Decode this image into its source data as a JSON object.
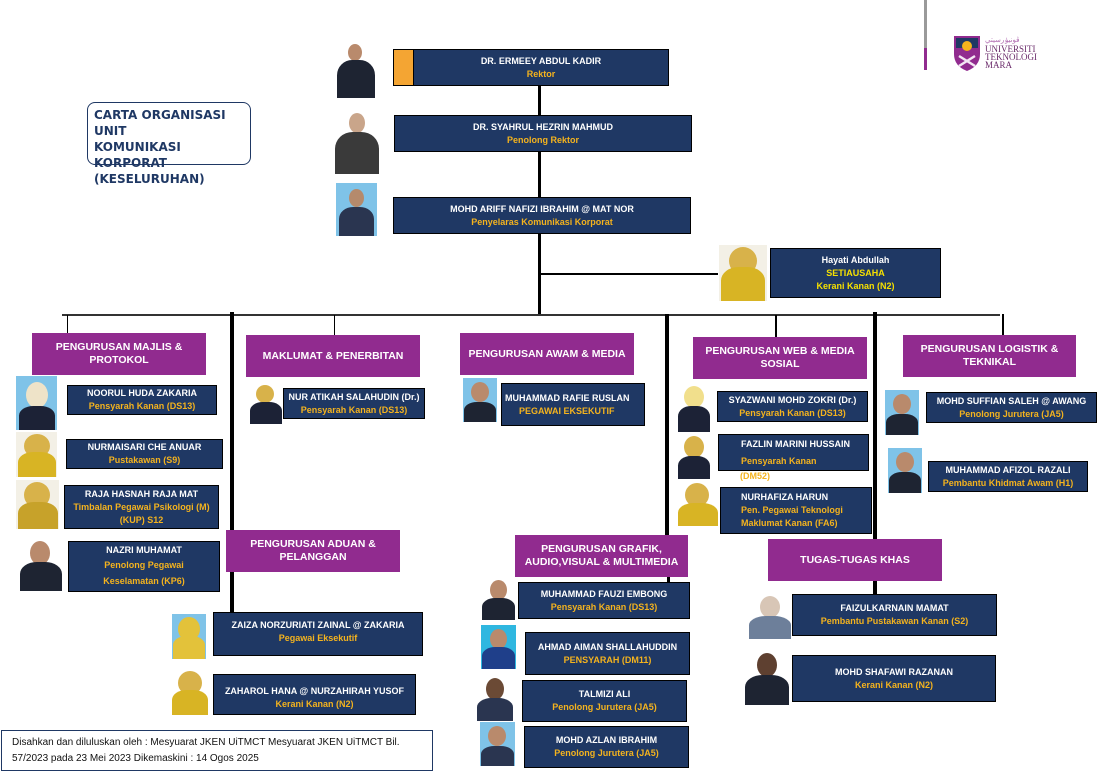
{
  "chart_title": {
    "lines": [
      "CARTA ORGANISASI UNIT",
      "KOMUNIKASI KORPORAT",
      "(KESELURUHAN)"
    ]
  },
  "logo": {
    "script_text": "ڤونيۏرسيتي",
    "lines": [
      "UNIVERSITI",
      "TEKNOLOGI",
      "MARA"
    ]
  },
  "colors": {
    "card_bg": "#1f3864",
    "role_text": "#f4b31e",
    "dept_bg": "#912b8f",
    "accent_bar": "#f4a533"
  },
  "leadership": [
    {
      "name": "DR. ERMEEY ABDUL KADIR",
      "role": "Rektor"
    },
    {
      "name": "DR. SYAHRUL HEZRIN MAHMUD",
      "role": "Penolong Rektor"
    },
    {
      "name": "MOHD ARIFF NAFIZI IBRAHIM @ MAT NOR",
      "role": "Penyelaras Komunikasi Korporat"
    }
  ],
  "secretary": {
    "name": "Hayati Abdullah",
    "role": "SETIAUSAHA",
    "grade": "Kerani Kanan (N2)"
  },
  "departments": [
    {
      "title": "PENGURUSAN MAJLIS & PROTOKOL",
      "staff": [
        {
          "name": "NOORUL HUDA ZAKARIA",
          "role": "Pensyarah Kanan (DS13)"
        },
        {
          "name": "NURMAISARI CHE ANUAR",
          "role": "Pustakawan (S9)"
        },
        {
          "name": "RAJA HASNAH RAJA MAT",
          "role": "Timbalan Pegawai Psikologi (M) (KUP) S12"
        },
        {
          "name": "NAZRI MUHAMAT",
          "role": "Penolong Pegawai Keselamatan (KP6)"
        }
      ]
    },
    {
      "title": "MAKLUMAT & PENERBITAN",
      "staff": [
        {
          "name": "NUR ATIKAH SALAHUDIN (Dr.)",
          "role": "Pensyarah Kanan (DS13)"
        }
      ]
    },
    {
      "title": "PENGURUSAN AWAM & MEDIA",
      "staff": [
        {
          "name": "MUHAMMAD RAFIE RUSLAN",
          "role": "PEGAWAI EKSEKUTIF"
        }
      ]
    },
    {
      "title": "PENGURUSAN WEB & MEDIA SOSIAL",
      "staff": [
        {
          "name": "SYAZWANI MOHD ZOKRI (Dr.)",
          "role": "Pensyarah Kanan (DS13)"
        },
        {
          "name": "FAZLIN MARINI HUSSAIN",
          "role": "Pensyarah Kanan",
          "role_extra": "(DM52)"
        },
        {
          "name": "NURHAFIZA HARUN",
          "role": "Pen. Pegawai Teknologi Maklumat Kanan (FA6)"
        }
      ]
    },
    {
      "title": "PENGURUSAN LOGISTIK & TEKNIKAL",
      "staff": [
        {
          "name": "MOHD SUFFIAN SALEH @ AWANG",
          "role": "Penolong Jurutera (JA5)"
        },
        {
          "name": "MUHAMMAD AFIZOL RAZALI",
          "role": "Pembantu Khidmat Awam (H1)"
        }
      ]
    },
    {
      "title": "PENGURUSAN ADUAN & PELANGGAN",
      "staff": [
        {
          "name": "ZAIZA NORZURIATI ZAINAL @ ZAKARIA",
          "role": "Pegawai Eksekutif"
        },
        {
          "name": "ZAHAROL HANA @ NURZAHIRAH YUSOF",
          "role": "Kerani Kanan (N2)"
        }
      ]
    },
    {
      "title": "PENGURUSAN GRAFIK, AUDIO,VISUAL & MULTIMEDIA",
      "staff": [
        {
          "name": "MUHAMMAD FAUZI EMBONG",
          "role": "Pensyarah Kanan (DS13)"
        },
        {
          "name": "AHMAD AIMAN SHALLAHUDDIN",
          "role": "PENSYARAH (DM11)"
        },
        {
          "name": "TALMIZI ALI",
          "role": "Penolong Jurutera (JA5)"
        },
        {
          "name": "MOHD AZLAN IBRAHIM",
          "role": "Penolong Jurutera (JA5)"
        }
      ]
    },
    {
      "title": "TUGAS-TUGAS KHAS",
      "staff": [
        {
          "name": "FAIZULKARNAIN MAMAT",
          "role": "Pembantu Pustakawan Kanan (S2)"
        },
        {
          "name": "MOHD SHAFAWI RAZANAN",
          "role": "Kerani Kanan (N2)"
        }
      ]
    }
  ],
  "footer": {
    "line1": "Disahkan dan diluluskan oleh : Mesyuarat JKEN UiTMCT Mesyuarat JKEN UiTMCT Bil.",
    "line2": "57/2023 pada 23 Mei 2023 Dikemaskini : 14 Ogos 2025"
  }
}
